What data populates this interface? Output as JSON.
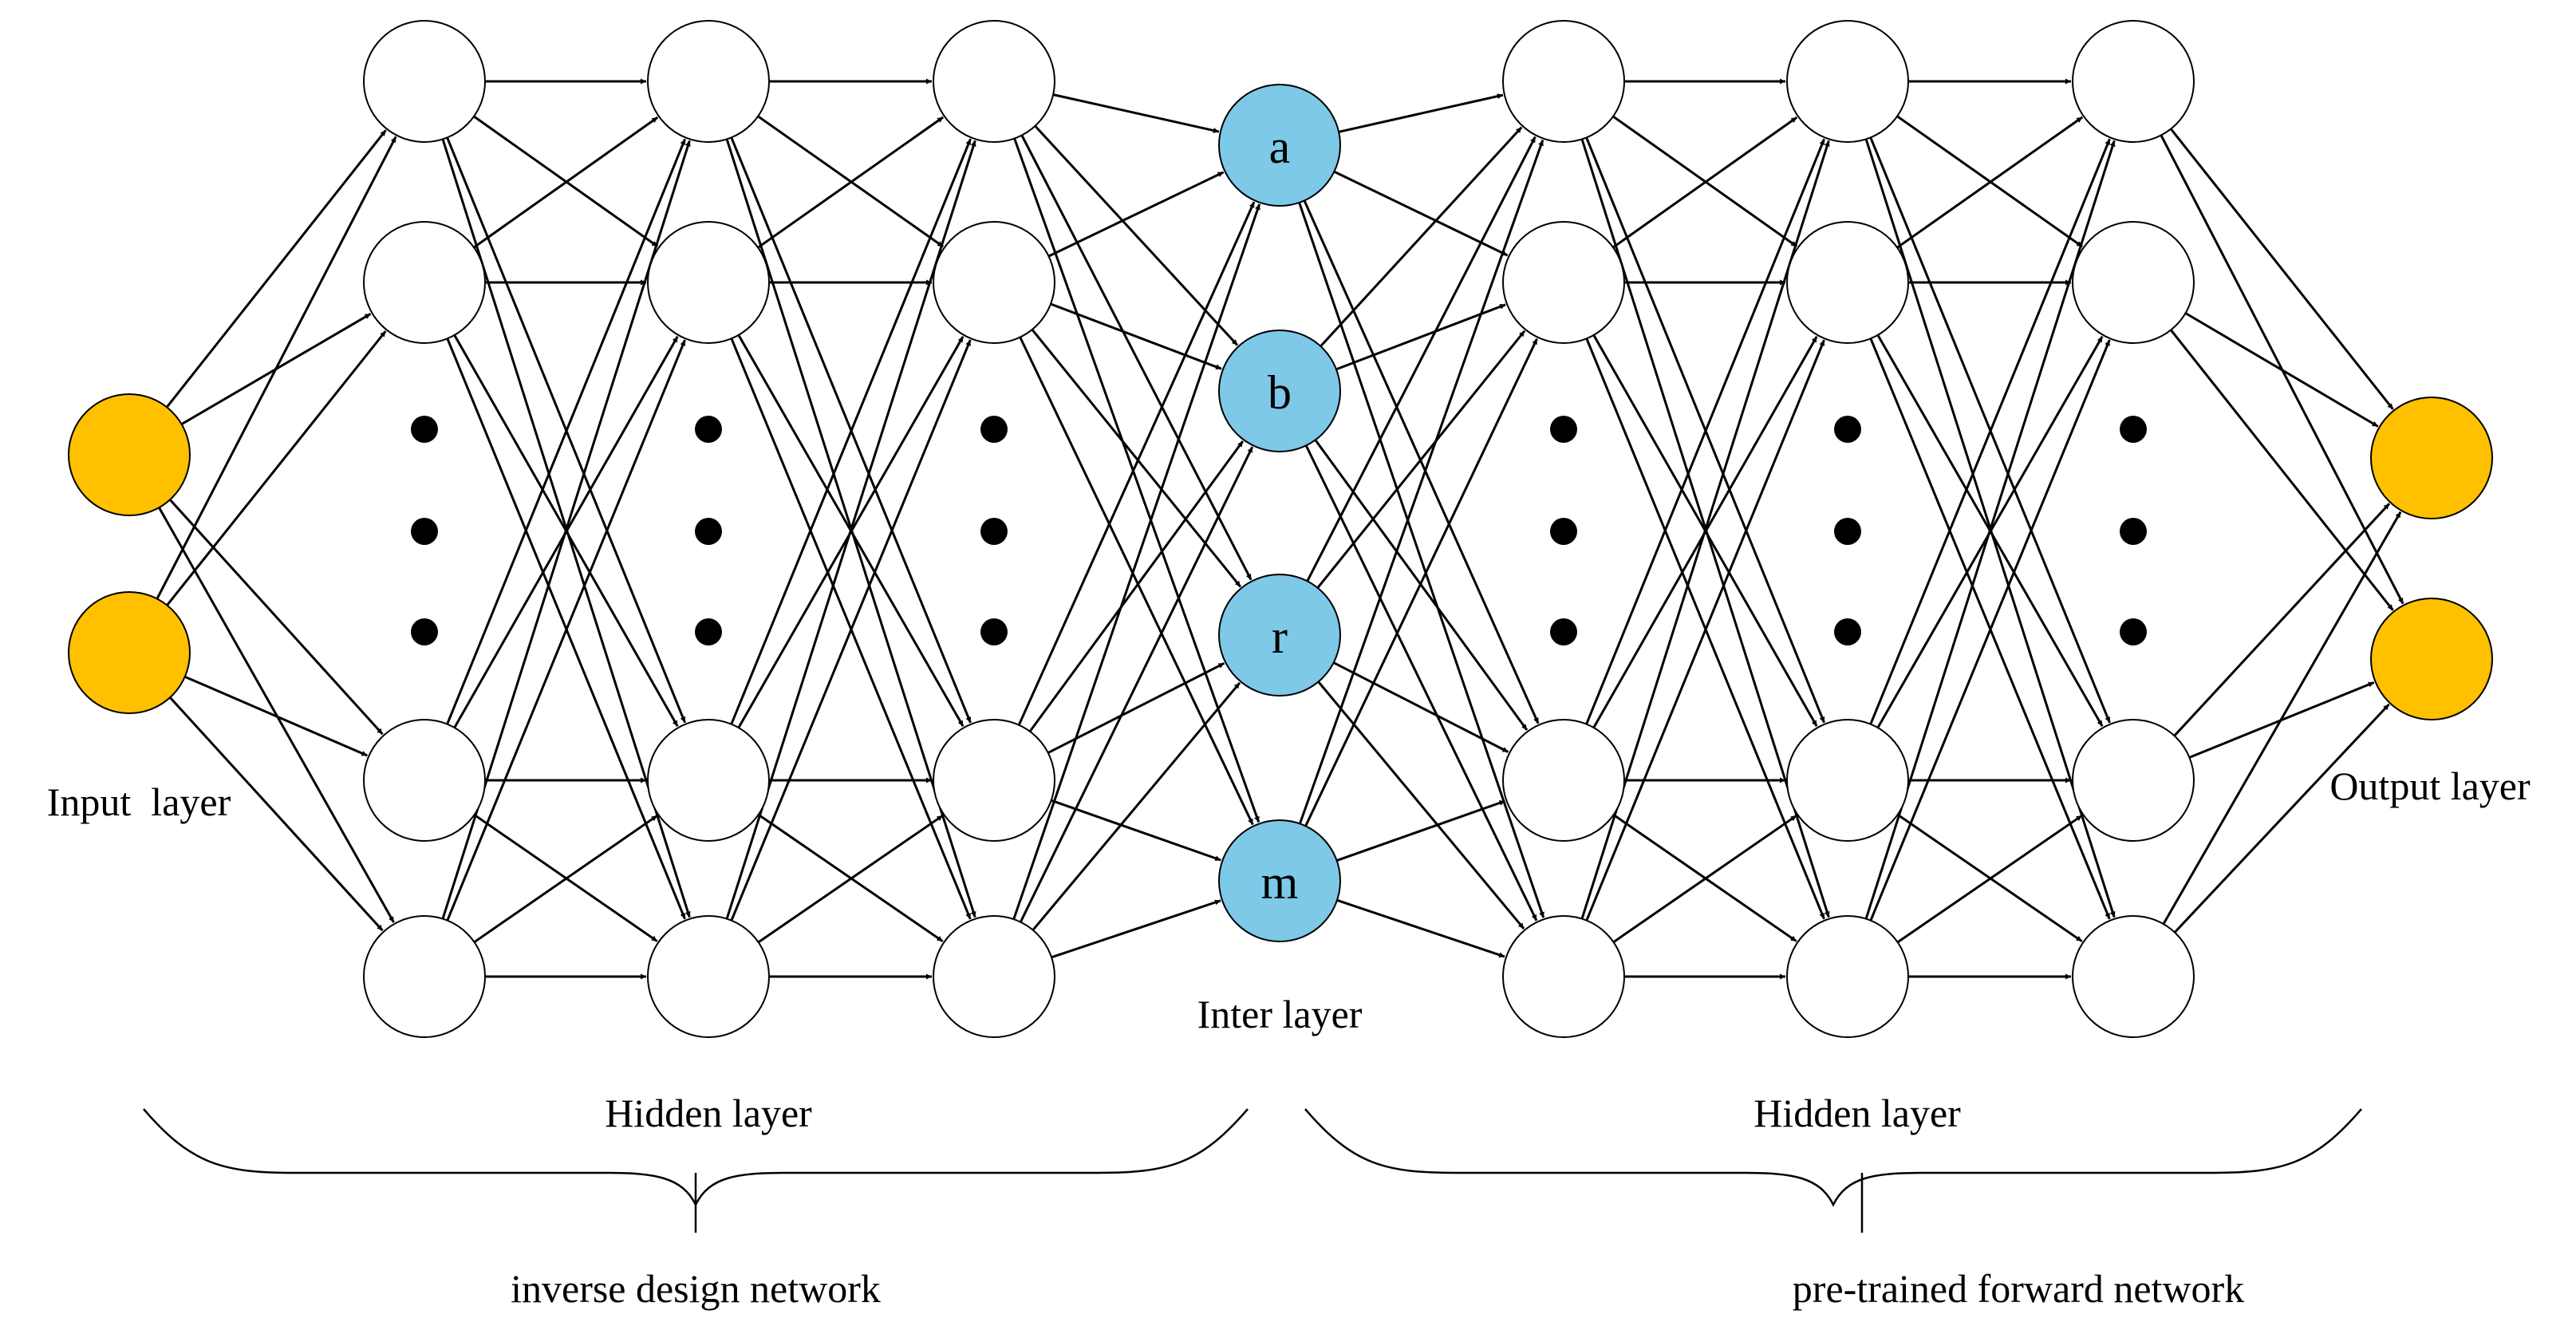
{
  "labels": {
    "input_layer": "Input  layer",
    "output_layer": "Output layer",
    "inter_layer": "Inter layer",
    "hidden_left": "Hidden layer",
    "hidden_right": "Hidden layer",
    "network_left": "inverse design network",
    "network_right": "pre-trained forward network"
  },
  "inter_nodes": [
    "a",
    "b",
    "r",
    "m"
  ],
  "colors": {
    "input_output_fill": "#FFC000",
    "inter_fill": "#7EC8E8",
    "hidden_fill": "#FFFFFF",
    "stroke": "#000000"
  },
  "layers": [
    {
      "role": "input",
      "nodes": 2
    },
    {
      "role": "hidden",
      "nodes": 4,
      "ellipsis": true
    },
    {
      "role": "hidden",
      "nodes": 4,
      "ellipsis": true
    },
    {
      "role": "hidden",
      "nodes": 4,
      "ellipsis": true
    },
    {
      "role": "inter",
      "nodes": 4
    },
    {
      "role": "hidden",
      "nodes": 4,
      "ellipsis": true
    },
    {
      "role": "hidden",
      "nodes": 4,
      "ellipsis": true
    },
    {
      "role": "hidden",
      "nodes": 4,
      "ellipsis": true
    },
    {
      "role": "output",
      "nodes": 2
    }
  ]
}
